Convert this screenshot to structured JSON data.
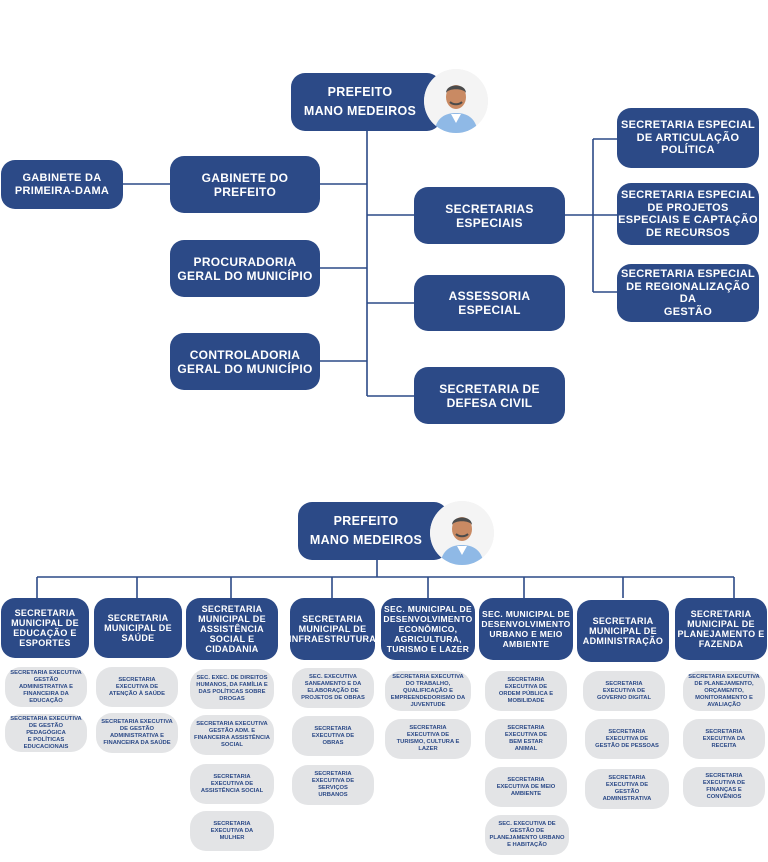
{
  "top": {
    "mayor": "PREFEITO\nMANO MEDEIROS",
    "first_lady_office": "GABINETE DA\nPRIMEIRA-DAMA",
    "mayor_office": "GABINETE DO\nPREFEITO",
    "procuradoria": "PROCURADORIA\nGERAL DO MUNICÍPIO",
    "controladoria": "CONTROLADORIA\nGERAL DO MUNICÍPIO",
    "secretarias_especiais": "SECRETARIAS\nESPECIAIS",
    "assessoria": "ASSESSORIA\nESPECIAL",
    "defesa_civil": "SECRETARIA DE\nDEFESA CIVIL",
    "especiais": [
      "SECRETARIA ESPECIAL\nDE ARTICULAÇÃO\nPOLÍTICA",
      "SECRETARIA ESPECIAL\nDE PROJETOS\nESPECIAIS E CAPTAÇÃO\nDE RECURSOS",
      "SECRETARIA ESPECIAL\nDE REGIONALIZAÇÃO DA\nGESTÃO"
    ]
  },
  "bottom": {
    "mayor": "PREFEITO\nMANO MEDEIROS",
    "columns": [
      {
        "title": "SECRETARIA\nMUNICIPAL DE\nEDUCAÇÃO E\nESPORTES",
        "items": [
          "SECRETARIA EXECUTIVA\nGESTÃO\nADMINISTRATIVA E\nFINANCEIRA DA\nEDUCAÇÃO",
          "SECRETARIA EXECUTIVA\nDE GESTÃO PEDAGÓGICA\nE POLÍTICAS\nEDUCACIONAIS"
        ]
      },
      {
        "title": "SECRETARIA\nMUNICIPAL DE\nSAÚDE",
        "items": [
          "SECRETARIA\nEXECUTIVA DE\nATENÇÃO À SAÚDE",
          "SECRETARIA EXECUTIVA\nDE GESTÃO\nADMINISTRATIVA E\nFINANCEIRA DA SAÚDE"
        ]
      },
      {
        "title": "SECRETARIA\nMUNICIPAL DE\nASSISTÊNCIA\nSOCIAL E\nCIDADANIA",
        "items": [
          "SEC. EXEC. DE DIREITOS\nHUMANOS, DA FAMÍLIA E\nDAS POLÍTICAS SOBRE\nDROGAS",
          "SECRETARIA EXECUTIVA\nGESTÃO ADM. E\nFINANCEIRA ASSISTÊNCIA\nSOCIAL",
          "SECRETARIA\nEXECUTIVA DE\nASSISTÊNCIA SOCIAL",
          "SECRETARIA\nEXECUTIVA DA\nMULHER"
        ]
      },
      {
        "title": "SECRETARIA\nMUNICIPAL DE\nINFRAESTRUTURA",
        "items": [
          "SEC. EXECUTIVA\nSANEAMENTO E DA\nELABORAÇÃO DE\nPROJETOS DE OBRAS",
          "SECRETARIA\nEXECUTIVA DE\nOBRAS",
          "SECRETARIA\nEXECUTIVA DE\nSERVIÇOS\nURBANOS"
        ]
      },
      {
        "title": "SEC. MUNICIPAL DE\nDESENVOLVIMENTO\nECONÔMICO,\nAGRICULTURA,\nTURISMO E LAZER",
        "items": [
          "SECRETARIA  EXECUTIVA\nDO TRABALHO,\nQUALIFICAÇÃO E\nEMPREENDEDORISMO DA\nJUVENTUDE",
          "SECRETARIA\nEXECUTIVA DE\nTURISMO, CULTURA E\nLAZER"
        ]
      },
      {
        "title": "SEC. MUNICIPAL DE\nDESENVOLVIMENTO\nURBANO E MEIO\nAMBIENTE",
        "items": [
          "SECRETARIA\nEXECUTIVA DE\nORDEM PÚBLICA E\nMOBILIDADE",
          "SECRETARIA\nEXECUTIVA DE\nBEM ESTAR\nANIMAL",
          "SECRETARIA\nEXECUTIVA DE MEIO\nAMBIENTE",
          "SEC. EXECUTIVA DE\nGESTÃO DE\nPLANEJAMENTO URBANO\nE HABITAÇÃO"
        ]
      },
      {
        "title": "SECRETARIA\nMUNICIPAL DE\nADMINISTRAÇÃO",
        "items": [
          "SECRETARIA\nEXECUTIVA DE\nGOVERNO DIGITAL",
          "SECRETARIA\nEXECUTIVA DE\nGESTÃO DE PESSOAS",
          "SECRETARIA\nEXECUTIVA  DE\nGESTÃO\nADMINISTRATIVA"
        ]
      },
      {
        "title": "SECRETARIA\nMUNICIPAL DE\nPLANEJAMENTO E\nFAZENDA",
        "items": [
          "SECRETARIA EXECUTIVA\nDE PLANEJAMENTO,\nORÇAMENTO,\nMONITORAMENTO E\nAVALIAÇÃO",
          "SECRETARIA\nEXECUTIVA DA\nRECEITA",
          "SECRETARIA\nEXECUTIVA DE\nFINANÇAS E\nCONVÊNIOS"
        ]
      }
    ]
  },
  "colors": {
    "box": "#2c4a87",
    "pill": "#e3e4e6",
    "line": "#2c4a87"
  }
}
